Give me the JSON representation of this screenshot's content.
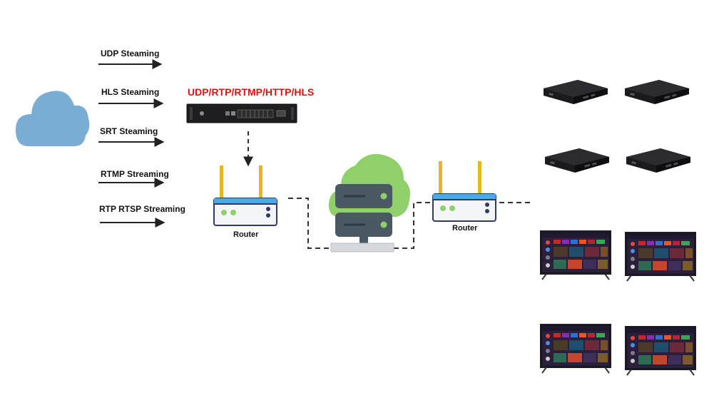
{
  "streams": [
    {
      "label": "UDP Steaming"
    },
    {
      "label": "HLS Steaming"
    },
    {
      "label": "SRT Steaming"
    },
    {
      "label": "RTMP Streaming"
    },
    {
      "label": "RTP RTSP Streaming"
    }
  ],
  "encoder": {
    "protocols": "UDP/RTP/RTMP/HTTP/HLS"
  },
  "routers": [
    {
      "label": "Router"
    },
    {
      "label": "Router"
    }
  ],
  "colors": {
    "cloud": "#7aadd3",
    "server_cloud": "#8fd06a",
    "router_body": "#f3f5f9",
    "router_band": "#4aa9e6",
    "antenna": "#e8b525",
    "server": "#4a5963",
    "server_led": "#8fd06a",
    "protocol_text": "#e01010"
  },
  "icons": [
    "cloud-icon",
    "encoder-device",
    "router-icon",
    "server-icon",
    "set-top-box",
    "smart-tv"
  ]
}
